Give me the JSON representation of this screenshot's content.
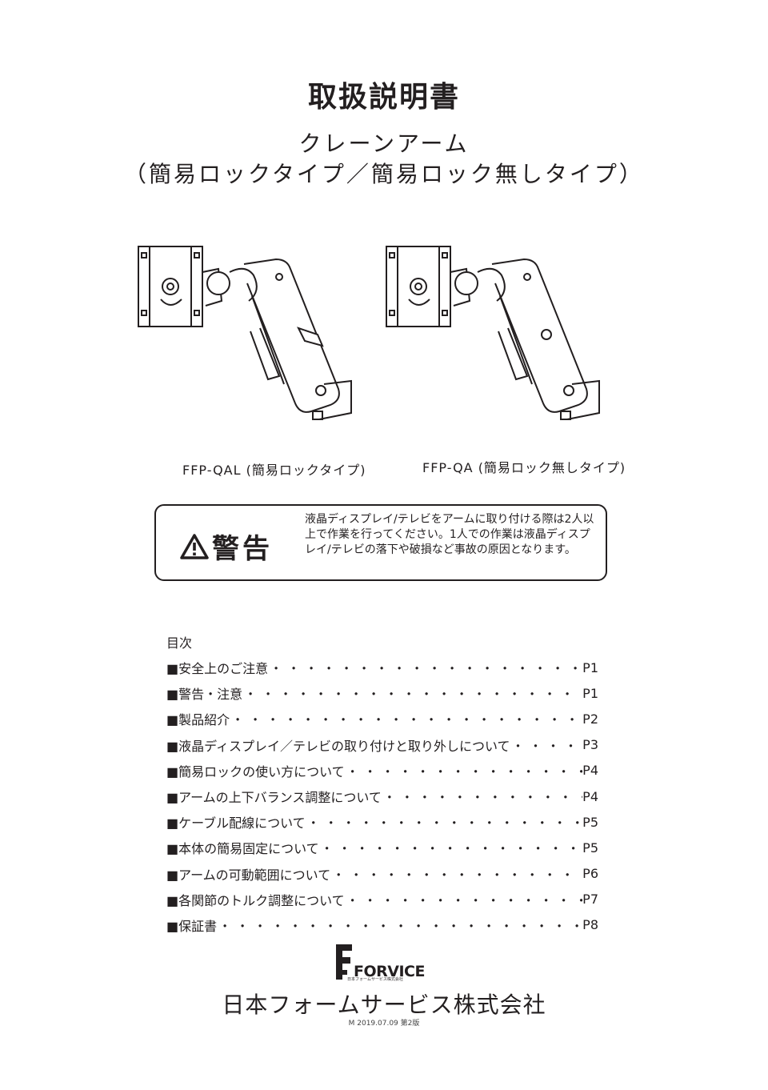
{
  "title": "取扱説明書",
  "subtitle_line1": "クレーンアーム",
  "subtitle_line2": "（簡易ロックタイプ／簡易ロック無しタイプ）",
  "products": [
    {
      "caption": "FFP-QAL (簡易ロックタイプ)"
    },
    {
      "caption": "FFP-QA (簡易ロック無しタイプ)"
    }
  ],
  "warning": {
    "heading": "警告",
    "text": "液晶ディスプレイ/テレビをアームに取り付ける際は2人以上で作業を行ってください。1人での作業は液晶ディスプレイ/テレビの落下や破損など事故の原因となります。"
  },
  "toc": {
    "heading": "目次",
    "items": [
      {
        "label": "■安全上のご注意",
        "dots": "・・・・・・・・・・・・・・・・・・・・・・・",
        "page": "P1"
      },
      {
        "label": "■警告・注意",
        "dots": "・・・・・・・・・・・・・・・・・・・・・・・",
        "page": "P1"
      },
      {
        "label": "■製品紹介",
        "dots": "・・・・・・・・・・・・・・・・・・・・・・・",
        "page": "P2"
      },
      {
        "label": "■液晶ディスプレイ／テレビの取り付けと取り外しについて",
        "dots": "・・・・・",
        "page": "P3"
      },
      {
        "label": "■簡易ロックの使い方について",
        "dots": "・・・・・・・・・・・・・・・・・・・",
        "page": "P4"
      },
      {
        "label": "■アームの上下バランス調整について",
        "dots": "・・・・・・・・・・・・・・・",
        "page": "P4"
      },
      {
        "label": "■ケーブル配線について",
        "dots": "・・・・・・・・・・・・・・・・・・・・",
        "page": "P5"
      },
      {
        "label": "■本体の簡易固定について",
        "dots": "・・・・・・・・・・・・・・・・・・・",
        "page": "P5"
      },
      {
        "label": "■アームの可動範囲について",
        "dots": "・・・・・・・・・・・・・・・・・・",
        "page": "P6"
      },
      {
        "label": "■各関節のトルク調整について",
        "dots": "・・・・・・・・・・・・・・・・・・",
        "page": "P7"
      },
      {
        "label": "■保証書",
        "dots": "・・・・・・・・・・・・・・・・・・・・・・・・",
        "page": "P8"
      }
    ]
  },
  "logo": {
    "brand": "FORVICE",
    "subtext": "日本フォームサービス株式会社"
  },
  "company": "日本フォームサービス株式会社",
  "edition": "M 2019.07.09 第2版"
}
